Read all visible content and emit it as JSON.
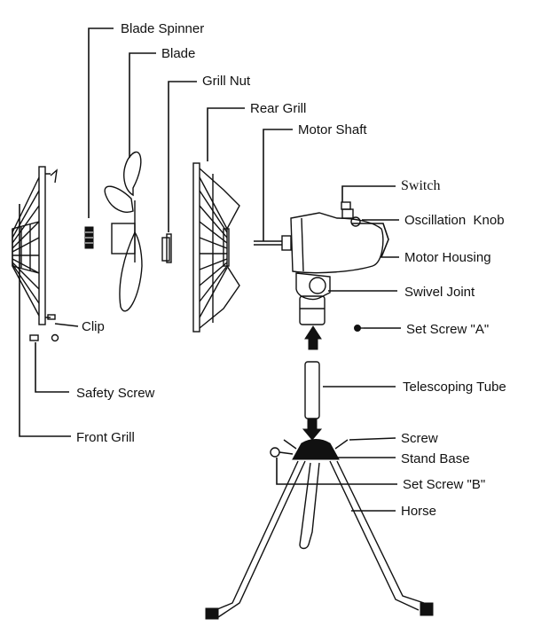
{
  "diagram": {
    "labels": {
      "blade_spinner": "Blade Spinner",
      "blade": "Blade",
      "grill_nut": "Grill Nut",
      "rear_grill": "Rear Grill",
      "motor_shaft": "Motor Shaft",
      "switch": "Switch",
      "oscillation_knob": "Oscillation  Knob",
      "motor_housing": "Motor Housing",
      "swivel_joint": "Swivel Joint",
      "set_screw_a": "Set Screw \"A\"",
      "clip": "Clip",
      "safety_screw": "Safety Screw",
      "telescoping_tube": "Telescoping Tube",
      "front_grill": "Front Grill",
      "screw": "Screw",
      "stand_base": "Stand Base",
      "set_screw_b": "Set Screw \"B\"",
      "horse": "Horse"
    }
  }
}
